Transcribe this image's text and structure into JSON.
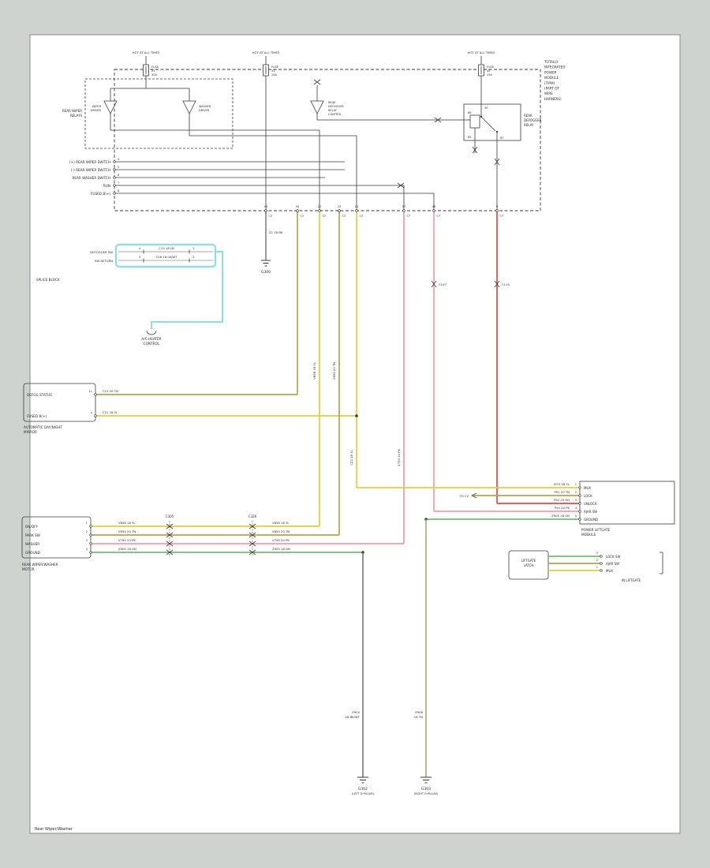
{
  "page": {
    "footer": "Rear Wiper/Washer"
  },
  "colors": {
    "yellow": "#e2ce3a",
    "tan": "#b9a14b",
    "pink": "#f29ba4",
    "red": "#df4a44",
    "green": "#6fbf6a",
    "cyan": "#8fdfe2",
    "black": "#3a3a3a",
    "gray": "#8f8f8f",
    "groundtan": "#ab9d6d",
    "groundgray": "#6f6f6f"
  },
  "tipm": {
    "note": [
      "TOTALLY",
      "INTEGRATED",
      "POWER",
      "MODULE",
      "(TIPM)",
      "(PART OF",
      "WIRE",
      "HARNESS)"
    ],
    "fuses": [
      {
        "hot": "HOT AT ALL TIMES",
        "name": "FUSE",
        "id": "23",
        "amp": "30A"
      },
      {
        "hot": "HOT AT ALL TIMES",
        "name": "FUSE",
        "id": "31",
        "amp": "20A"
      },
      {
        "hot": "HOT AT ALL TIMES",
        "name": "FUSE",
        "id": "32",
        "amp": "25A"
      }
    ],
    "relays_label": [
      "REAR WIPER",
      "RELAYS"
    ],
    "driver1": [
      "WIPER",
      "DRIVER"
    ],
    "driver2": [
      "WASHER",
      "DRIVER"
    ],
    "driver3": [
      "REAR",
      "DEFOGGER",
      "RELAY",
      "CONTROL"
    ],
    "relay": [
      "REAR",
      "DEFOGGER",
      "RELAY"
    ],
    "relay_pins": {
      "p86": "86",
      "p85": "85",
      "p30": "30",
      "p87": "87"
    },
    "rows": [
      {
        "pin": "4",
        "label": "(+) REAR WIPER SWITCH"
      },
      {
        "pin": "5",
        "label": "(-) REAR WIPER SWITCH"
      },
      {
        "pin": "6",
        "label": "REAR WASHER SWITCH"
      },
      {
        "pin": "7",
        "label": "RUN"
      },
      {
        "pin": "8",
        "label": "FUSED B(+)"
      }
    ],
    "pins": [
      {
        "num": "19",
        "conn": "C2"
      },
      {
        "num": "30",
        "conn": "C2"
      },
      {
        "num": "12",
        "conn": "C2"
      },
      {
        "num": "23",
        "conn": "C2"
      },
      {
        "num": "11",
        "conn": "C2"
      },
      {
        "num": "57",
        "conn": "C7"
      },
      {
        "num": "45",
        "conn": "C7"
      },
      {
        "num": "9",
        "conn": "C7"
      }
    ]
  },
  "cyan_section": {
    "left_rows": [
      "DEFOGGER SW",
      "SW RETURN"
    ],
    "row1_wire": "C15 18 LB",
    "row2_wire": "C16 18 LB/WT",
    "row_pins": [
      {
        "l": "4",
        "r": "1"
      },
      {
        "l": "3",
        "r": "2"
      }
    ],
    "splice": "SPLICE BLOCK",
    "end": [
      "A/C-HEATER",
      "CONTROL"
    ]
  },
  "mirror": {
    "row1": "DEFOG STATUS",
    "row2": "FUSED B(+)",
    "pin1": "11",
    "pin2": "4",
    "wire1": "C21 20 TN",
    "wire2": "C22 18 YL",
    "label": [
      "AUTOMATIC DAY/NIGHT",
      "MIRROR"
    ]
  },
  "wiper": {
    "rows": [
      "ON/OFF",
      "PARK SW",
      "WASHER",
      "GROUND"
    ],
    "pins": [
      "1",
      "2",
      "3",
      "4"
    ],
    "wire1": "V858 18 YL",
    "wire2": "V859 20 TN",
    "wire3": "V750 20 PK",
    "wire4": "Z905 18 GN",
    "label": [
      "REAR WIPER/WASHER",
      "MOTOR"
    ]
  },
  "door": {
    "rows": [
      "MUX",
      "LOCK",
      "UNLOCK",
      "AJAR SW",
      "GROUND"
    ],
    "pins": [
      "1",
      "2",
      "3",
      "4",
      "5"
    ],
    "wires": [
      "M75 18 YL",
      "P91 20 TN",
      "P92 20 RD",
      "P93 20 PK",
      "Z905 18 GN"
    ],
    "label": [
      "POWER LIFTGATE",
      "MODULE"
    ],
    "stub": "TO C2"
  },
  "latch": {
    "label": [
      "LIFTGATE",
      "LATCH"
    ],
    "rows": [
      "LOCK SW",
      "AJAR SW",
      "MUX"
    ],
    "pins": [
      "3",
      "2",
      "1"
    ],
    "bracket": "IN LIFTGATE"
  },
  "inline": {
    "c305": "C305",
    "c326": "C326",
    "c107": "C107",
    "c110": "C110"
  },
  "grounds": {
    "g300": "G300",
    "g300_wire": "Z1 18 BK",
    "g302": "G302",
    "g302_loc": "(LEFT D-PILLAR)",
    "g302_w1": "Z905",
    "g302_w2": "18 BK/WT",
    "g303": "G303",
    "g303_loc": "(RIGHT D-PILLAR)",
    "g303_w1": "Z906",
    "g303_w2": "18 TN"
  }
}
